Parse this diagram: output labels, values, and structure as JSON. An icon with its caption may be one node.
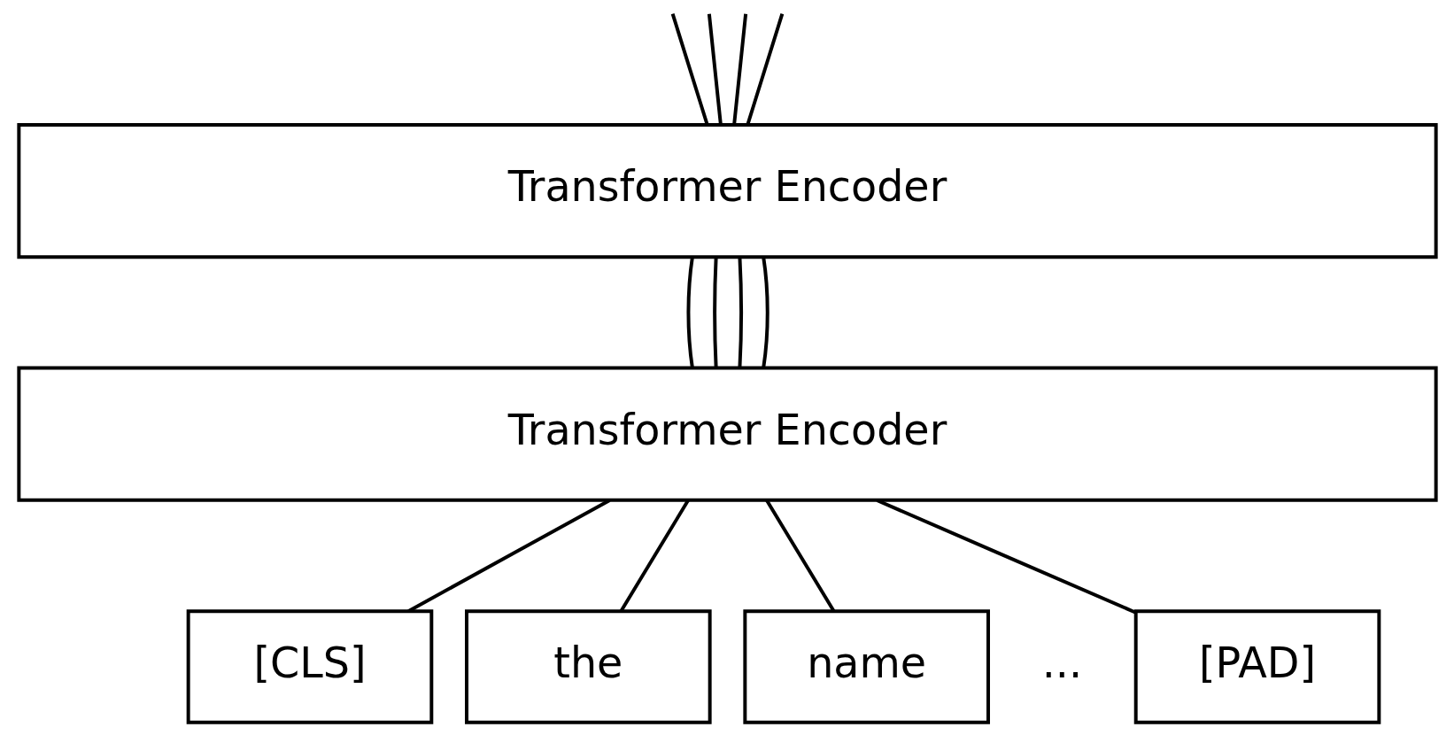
{
  "diagram": {
    "nodes": [
      {
        "text": [
          "Transformer Encoder"
        ]
      },
      {
        "text": [
          "Transformer Encoder"
        ]
      },
      {
        "text": [
          "[CLS]"
        ]
      },
      {
        "text": [
          "the"
        ]
      },
      {
        "text": [
          "name"
        ]
      },
      {
        "text": [
          "[PAD]"
        ]
      }
    ],
    "edges": [
      {
        "from": 2,
        "to": 1,
        "arrow": "none"
      },
      {
        "from": 3,
        "to": 1,
        "arrow": "none"
      },
      {
        "from": 4,
        "to": 1,
        "arrow": "none"
      },
      {
        "from": 5,
        "to": 1,
        "arrow": "none"
      },
      {
        "from": 1,
        "to": 0,
        "arrow": "none"
      },
      {
        "from": 1,
        "to": 0,
        "arrow": "none"
      },
      {
        "from": 1,
        "to": 0,
        "arrow": "none"
      },
      {
        "from": 1,
        "to": 0,
        "arrow": "none"
      },
      {
        "from": 0,
        "to": null,
        "arrow": "none"
      },
      {
        "from": 0,
        "to": null,
        "arrow": "none"
      },
      {
        "from": 0,
        "to": null,
        "arrow": "none"
      },
      {
        "from": 0,
        "to": null,
        "arrow": "none"
      }
    ],
    "labels": [
      "..."
    ]
  }
}
